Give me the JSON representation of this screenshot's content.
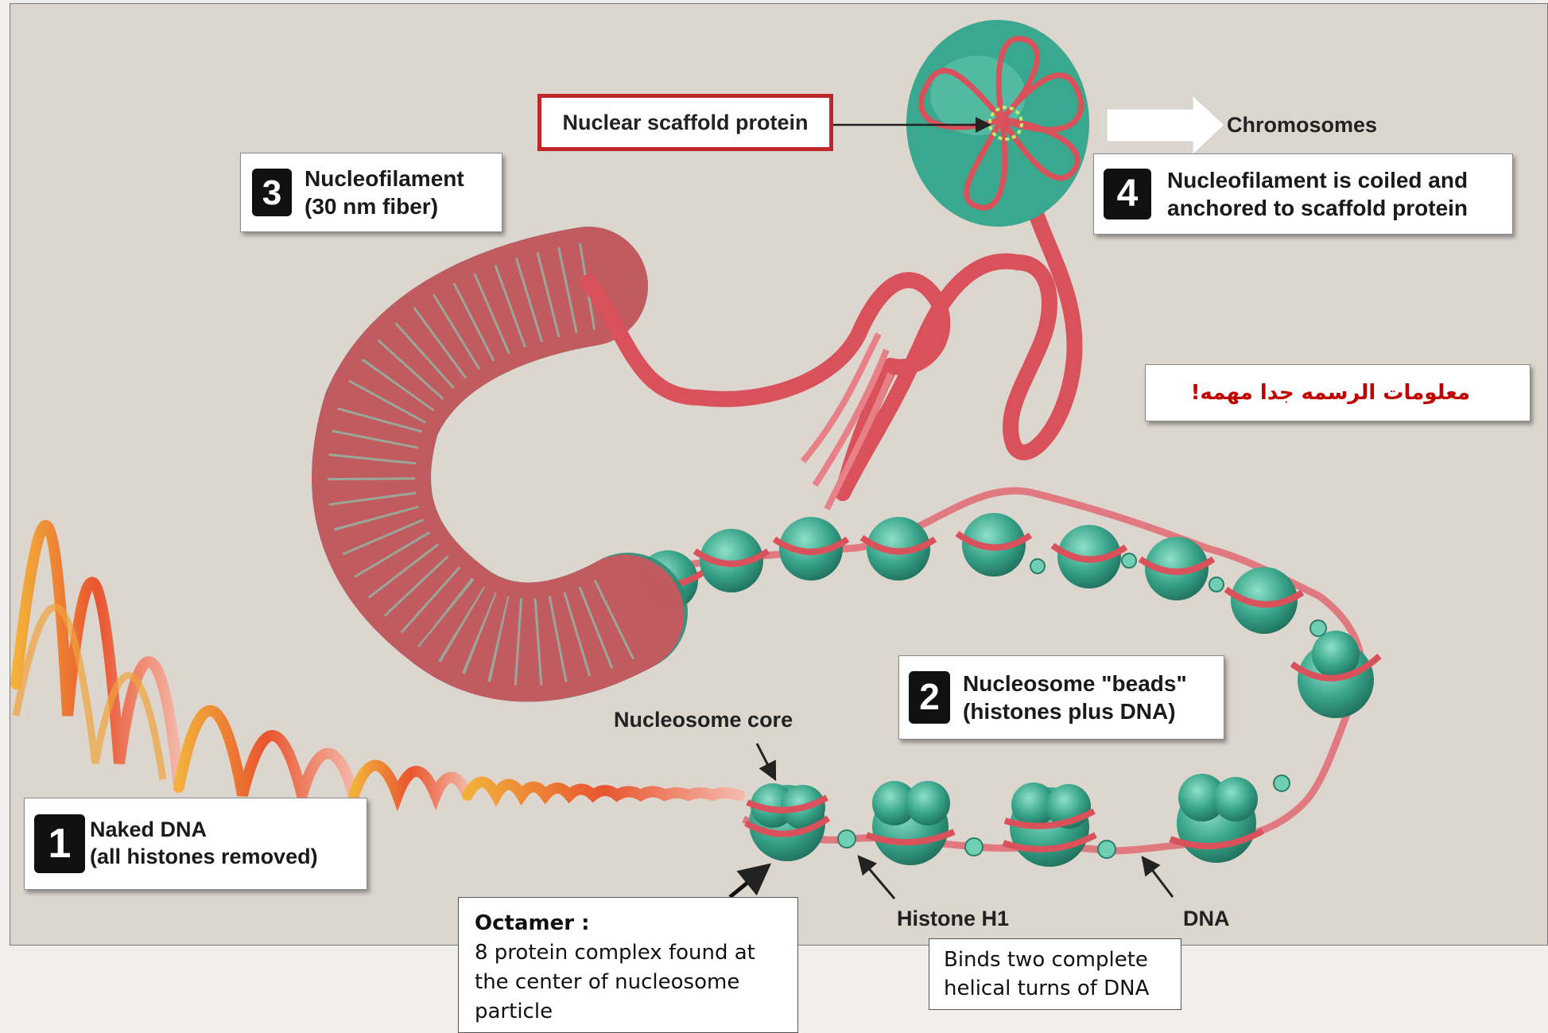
{
  "steps": [
    {
      "num": "1",
      "line1": "Naked DNA",
      "line2": "(all histones removed)"
    },
    {
      "num": "2",
      "line1": "Nucleosome \"beads\"",
      "line2": "(histones plus DNA)"
    },
    {
      "num": "3",
      "line1": "Nucleofilament",
      "line2": "(30 nm fiber)"
    },
    {
      "num": "4",
      "line1": "Nucleofilament is coiled and",
      "line2": "anchored to scaffold protein"
    }
  ],
  "labels": {
    "scaffold": "Nuclear scaffold protein",
    "chromosomes": "Chromosomes",
    "nucleosome_core": "Nucleosome core",
    "histone_h1": "Histone H1",
    "dna": "DNA"
  },
  "notes": {
    "arabic": "معلومات الرسمه جدا مهمه!",
    "octamer_title": "Octamer :",
    "octamer_body": "8 protein complex found at the center of nucleosome particle",
    "binds": "Binds two complete helical turns of DNA"
  },
  "colors": {
    "panel": "#ddd6cf",
    "histone": "#3aa88e",
    "dna": "#d9515a",
    "highlight": "#c0272d",
    "arabic_text": "#c00000"
  }
}
